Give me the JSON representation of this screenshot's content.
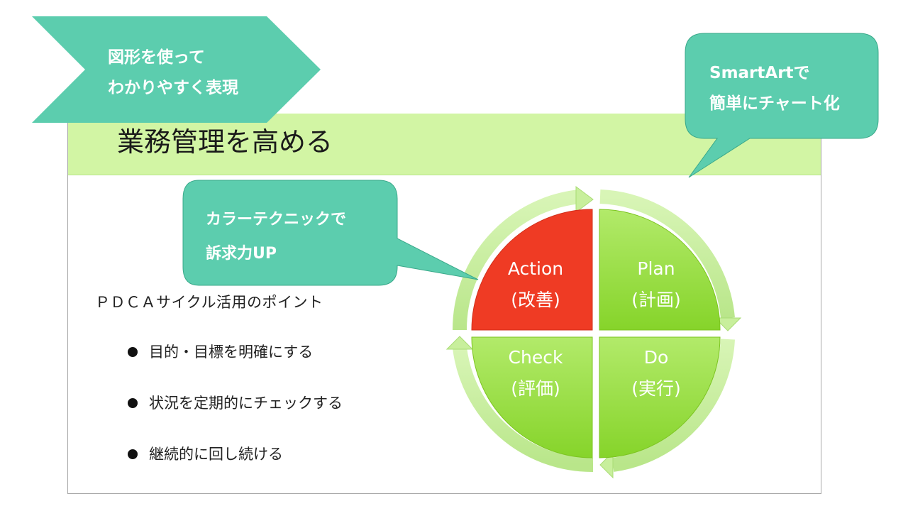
{
  "slide": {
    "title": "業務管理を高める"
  },
  "callouts": {
    "arrow_banner": {
      "line1": "図形を使って",
      "line2": "わかりやすく表現"
    },
    "smartart": {
      "line1": "SmartArtで",
      "line2": "簡単にチャート化"
    },
    "color": {
      "line1": "カラーテクニックで",
      "line2": "訴求力UP"
    }
  },
  "content": {
    "heading": "ＰＤＣＡサイクル活用のポイント",
    "bullets": [
      "目的・目標を明確にする",
      "状況を定期的にチェックする",
      "継続的に回し続ける"
    ]
  },
  "cycle": {
    "quadrants": [
      {
        "id": "action",
        "en": "Action",
        "jp": "(改善)",
        "color": "#ef3b24"
      },
      {
        "id": "plan",
        "en": "Plan",
        "jp": "(計画)",
        "color": "#8fd832"
      },
      {
        "id": "check",
        "en": "Check",
        "jp": "(評価)",
        "color": "#8fd832"
      },
      {
        "id": "do",
        "en": "Do",
        "jp": "(実行)",
        "color": "#8fd832"
      }
    ],
    "text_color": "#ffffff",
    "arrow_color": "#c8ef9c"
  },
  "colors": {
    "callout_fill": "#5ccdae",
    "title_band": "#d2f5a4"
  }
}
